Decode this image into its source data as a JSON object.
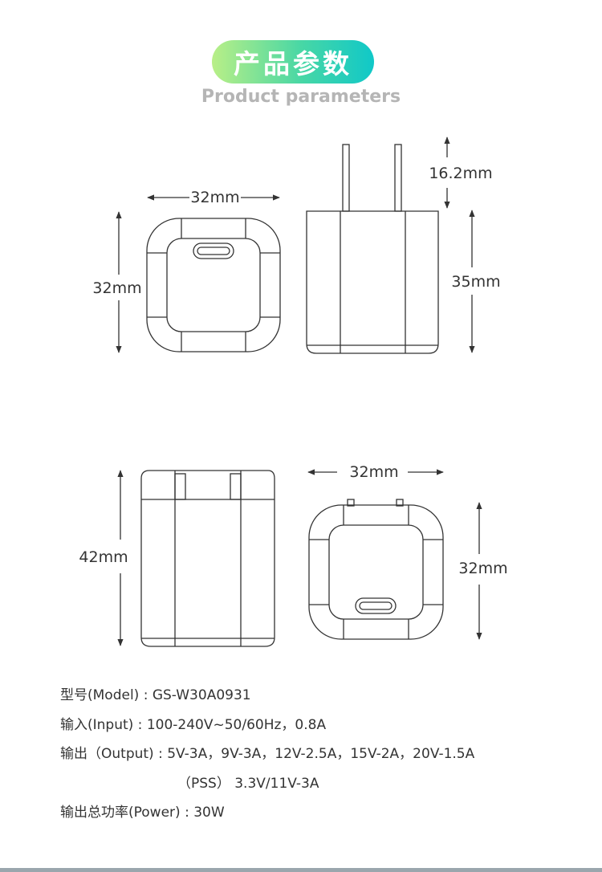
{
  "header": {
    "title": "产品参数",
    "subtitle": "Product parameters"
  },
  "dimensions": {
    "front_width": "32mm",
    "front_height": "32mm",
    "side_prong": "16.2mm",
    "side_height": "35mm",
    "folded_height": "42mm",
    "back_width": "32mm",
    "back_height": "32mm"
  },
  "specs": {
    "model": "型号(Model) : GS-W30A0931",
    "input": "输入(Input) : 100-240V~50/60Hz，0.8A",
    "output": "输出（Output) : 5V-3A，9V-3A，12V-2.5A，15V-2A，20V-1.5A",
    "output_pps": "（PSS） 3.3V/11V-3A",
    "power": "输出总功率(Power) : 30W"
  },
  "colors": {
    "title_gradient_start": "#b9ef87",
    "title_gradient_end": "#10c8c8",
    "line": "#333333"
  }
}
